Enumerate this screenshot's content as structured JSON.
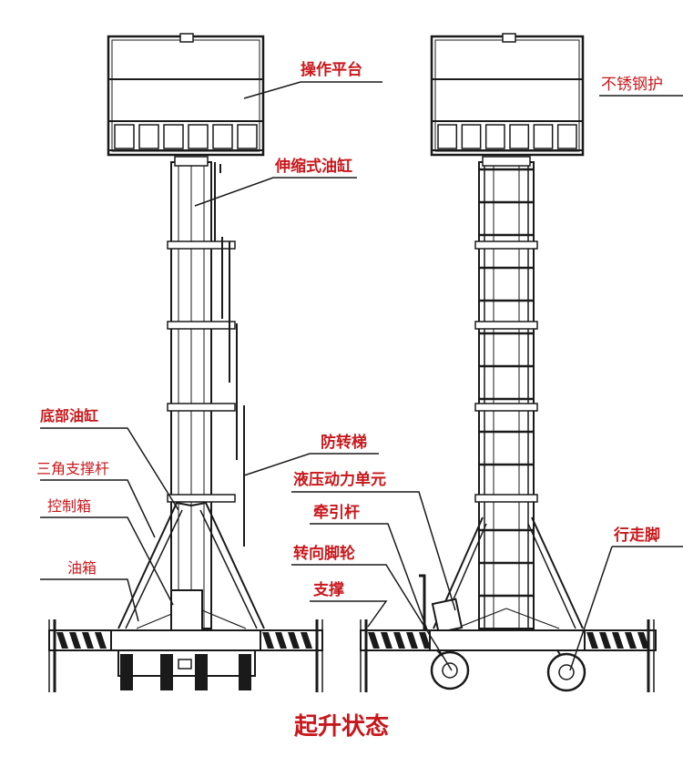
{
  "labels": {
    "platform": "操作平台",
    "stainless": "不锈钢护",
    "telescopic_cylinder": "伸缩式油缸",
    "bottom_cylinder": "底部油缸",
    "triangle_support": "三角支撑杆",
    "control_box": "控制箱",
    "oil_tank": "油箱",
    "anti_rotation_ladder": "防转梯",
    "hydraulic_unit": "液压动力单元",
    "tow_bar": "牵引杆",
    "swivel_caster": "转向脚轮",
    "support": "支撑",
    "walking_wheel": "行走脚"
  },
  "caption": "起升状态",
  "colors": {
    "label": "#c8181c",
    "line": "#1a1a1a",
    "background": "#ffffff"
  }
}
